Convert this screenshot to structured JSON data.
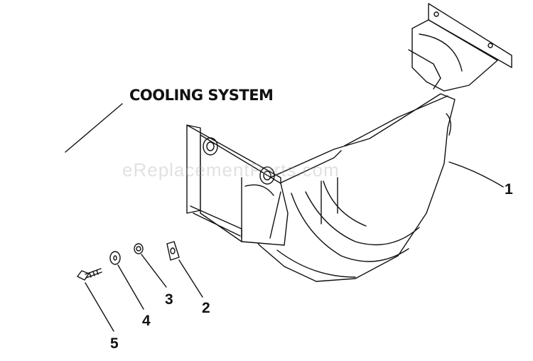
{
  "title": "COOLING SYSTEM",
  "watermark": "eReplacementParts.com",
  "callouts": [
    "1",
    "2",
    "3",
    "4",
    "5"
  ]
}
